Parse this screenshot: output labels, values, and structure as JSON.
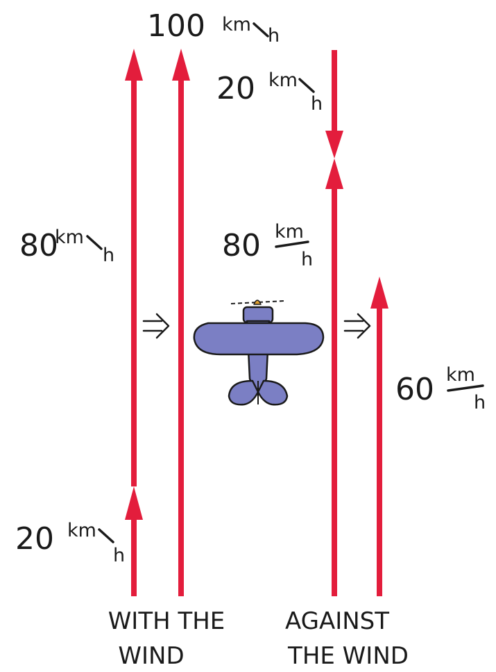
{
  "with_wind": {
    "caption_line1": "WITH THE",
    "caption_line2": "WIND",
    "wind_speed": "20",
    "plane_speed": "80",
    "resultant_speed": "100",
    "unit_numerator": "km",
    "unit_denominator": "h"
  },
  "against_wind": {
    "caption_line1": "AGAINST",
    "caption_line2": "THE WIND",
    "wind_speed": "20",
    "plane_speed": "80",
    "resultant_speed": "60",
    "unit_numerator": "km",
    "unit_denominator": "h"
  },
  "implies_symbol": "⇒",
  "colors": {
    "arrow": "#e31d3c",
    "airplane": "#7b7fc4",
    "propeller_hub": "#e0a030",
    "ink": "#1a1a1a"
  },
  "icons": [
    "airplane-icon",
    "up-arrow",
    "down-arrow",
    "implies-arrow-icon"
  ]
}
